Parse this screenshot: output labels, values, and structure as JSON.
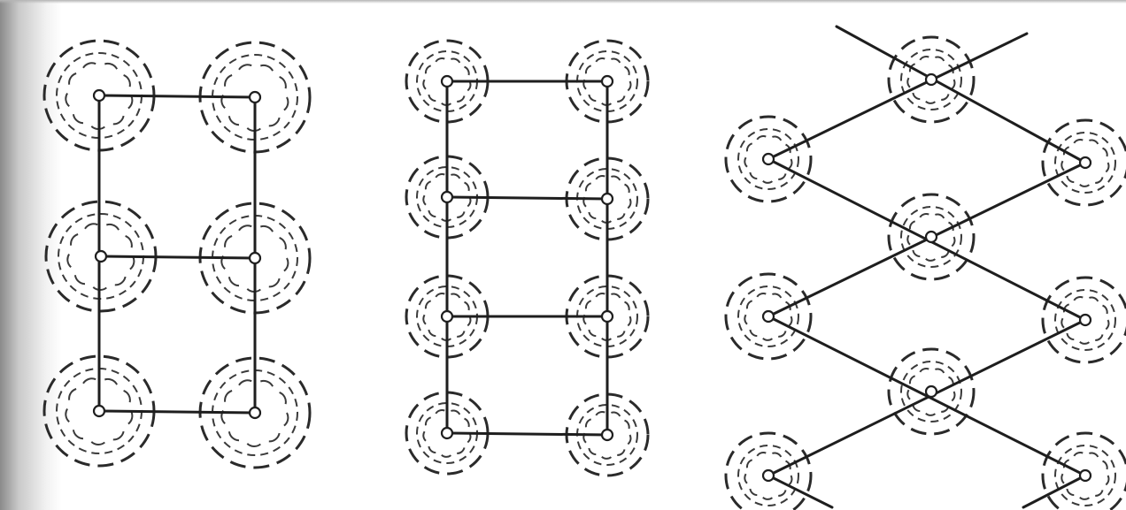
{
  "diagram": {
    "panels": [
      {
        "id": "square",
        "plants": [
          [
            112,
            108
          ],
          [
            288,
            110
          ],
          [
            114,
            290
          ],
          [
            288,
            292
          ],
          [
            112,
            465
          ],
          [
            288,
            467
          ]
        ],
        "canopy_r": [
          62,
          48
        ],
        "rows": [
          [
            [
              112,
              108
            ],
            [
              288,
              110
            ]
          ],
          [
            [
              112,
              108
            ],
            [
              112,
              465
            ]
          ],
          [
            [
              288,
              110
            ],
            [
              288,
              467
            ]
          ],
          [
            [
              114,
              290
            ],
            [
              288,
              292
            ]
          ],
          [
            [
              112,
              465
            ],
            [
              288,
              467
            ]
          ]
        ]
      },
      {
        "id": "rectangle",
        "plants": [
          [
            505,
            92
          ],
          [
            686,
            92
          ],
          [
            505,
            223
          ],
          [
            686,
            225
          ],
          [
            505,
            358
          ],
          [
            686,
            358
          ],
          [
            505,
            490
          ],
          [
            686,
            492
          ]
        ],
        "canopy_r": [
          46,
          34
        ],
        "rows": [
          [
            [
              505,
              92
            ],
            [
              686,
              92
            ]
          ],
          [
            [
              505,
              92
            ],
            [
              505,
              490
            ]
          ],
          [
            [
              686,
              92
            ],
            [
              686,
              492
            ]
          ],
          [
            [
              505,
              223
            ],
            [
              686,
              225
            ]
          ],
          [
            [
              505,
              358
            ],
            [
              686,
              358
            ]
          ],
          [
            [
              505,
              490
            ],
            [
              686,
              492
            ]
          ]
        ]
      },
      {
        "id": "triangle",
        "plants": [
          [
            1052,
            90
          ],
          [
            868,
            180
          ],
          [
            1226,
            184
          ],
          [
            1052,
            268
          ],
          [
            868,
            358
          ],
          [
            1226,
            362
          ],
          [
            1052,
            443
          ],
          [
            868,
            538
          ],
          [
            1226,
            538
          ]
        ],
        "canopy_r": [
          48,
          34
        ],
        "rows": [
          [
            [
              945,
              30
            ],
            [
              1226,
              184
            ]
          ],
          [
            [
              1160,
              38
            ],
            [
              868,
              180
            ]
          ],
          [
            [
              868,
              180
            ],
            [
              1226,
              362
            ]
          ],
          [
            [
              1226,
              184
            ],
            [
              868,
              358
            ]
          ],
          [
            [
              868,
              358
            ],
            [
              1226,
              538
            ]
          ],
          [
            [
              1226,
              362
            ],
            [
              868,
              538
            ]
          ],
          [
            [
              868,
              538
            ],
            [
              940,
              574
            ]
          ],
          [
            [
              1226,
              538
            ],
            [
              1156,
              574
            ]
          ]
        ]
      }
    ]
  }
}
